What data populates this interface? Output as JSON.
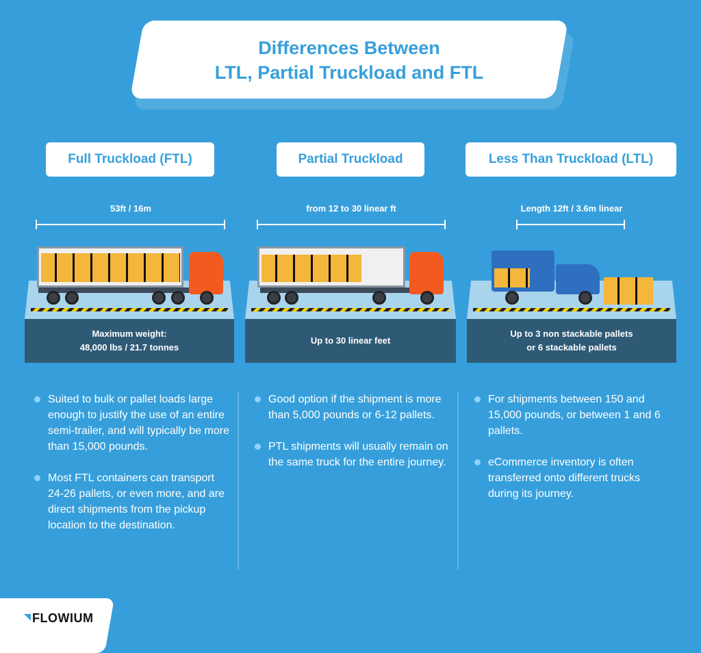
{
  "header": {
    "title_line1": "Differences Between",
    "title_line2": "LTL, Partial Truckload and FTL"
  },
  "columns": [
    {
      "label": "Full Truckload (FTL)",
      "measure": "53ft / 16m",
      "platform_text_line1": "Maximum weight:",
      "platform_text_line2": "48,000 lbs / 21.7 tonnes",
      "bullets": [
        "Suited to bulk or pallet loads large enough to justify the use of an entire semi-trailer, and will typically be more than 15,000 pounds.",
        "Most FTL containers can transport 24-26 pallets, or even more, and are direct shipments from the pickup location to the destination."
      ]
    },
    {
      "label": "Partial Truckload",
      "measure": "from 12 to 30 linear ft",
      "platform_text_line1": "Up to 30 linear feet",
      "platform_text_line2": "",
      "bullets": [
        "Good option if the shipment is more than 5,000 pounds or 6-12 pallets.",
        "PTL shipments will usually remain on the same truck for the entire journey."
      ]
    },
    {
      "label": "Less Than Truckload (LTL)",
      "measure": "Length 12ft / 3.6m linear",
      "platform_text_line1": "Up to 3 non stackable pallets",
      "platform_text_line2": "or 6 stackable pallets",
      "bullets": [
        "For shipments between 150 and 15,000 pounds, or between 1 and 6 pallets.",
        "eCommerce inventory is often transferred onto different trucks during its journey."
      ]
    }
  ],
  "footer": {
    "logo": "FLOWIUM"
  },
  "colors": {
    "background": "#369fdb",
    "accent": "#369fdb",
    "platform_base": "#2f5a76",
    "cab": "#f25a1f",
    "cargo": "#f4b63b"
  }
}
